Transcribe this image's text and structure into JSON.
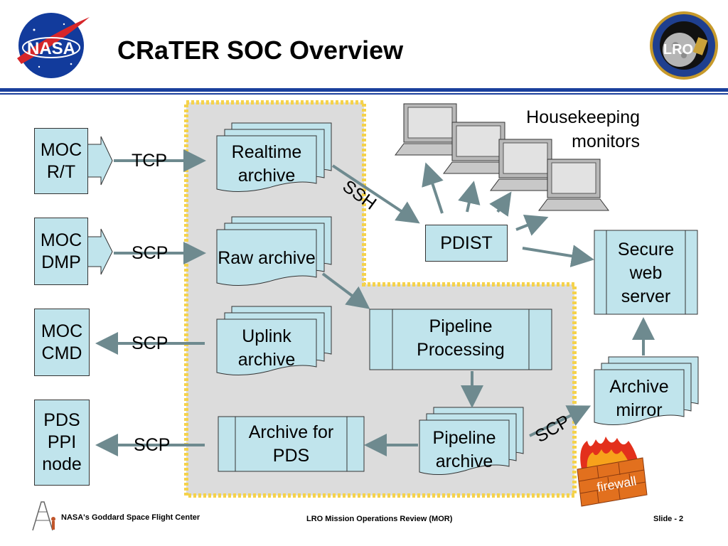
{
  "title": "CRaTER SOC Overview",
  "logos": {
    "left": {
      "text": "NASA",
      "icon": "nasa-meatball-icon"
    },
    "right": {
      "text": "LRO",
      "icon": "lro-mission-patch-icon"
    }
  },
  "moc_boxes": {
    "rt": "MOC R/T",
    "dmp": "MOC DMP",
    "cmd": "MOC CMD",
    "pds": "PDS PPI node"
  },
  "protocols": {
    "tcp": "TCP",
    "scp_dmp": "SCP",
    "scp_cmd": "SCP",
    "scp_pds": "SCP",
    "ssh": "SSH",
    "scp_mirror": "SCP"
  },
  "archives": {
    "realtime": "Realtime archive",
    "raw": "Raw archive",
    "uplink": "Uplink archive",
    "pipeline_archive": "Pipeline archive",
    "archive_mirror": "Archive mirror"
  },
  "processes": {
    "pipeline": "Pipeline Processing",
    "archive_pds": "Archive for PDS",
    "secure_web": "Secure web server"
  },
  "pdist": "PDIST",
  "housekeeping": "Housekeeping monitors",
  "firewall": "firewall",
  "footer": {
    "left": "NASA's Goddard Space Flight Center",
    "center": "LRO Mission Operations Review (MOR)",
    "right": "Slide - 2"
  },
  "colors": {
    "box_fill": "#c0e4ec",
    "arrow": "#6e8a8f",
    "soc_region": "#dcdcdc",
    "soc_border": "#f5d24b",
    "title_rule": "#1a3f9c"
  }
}
